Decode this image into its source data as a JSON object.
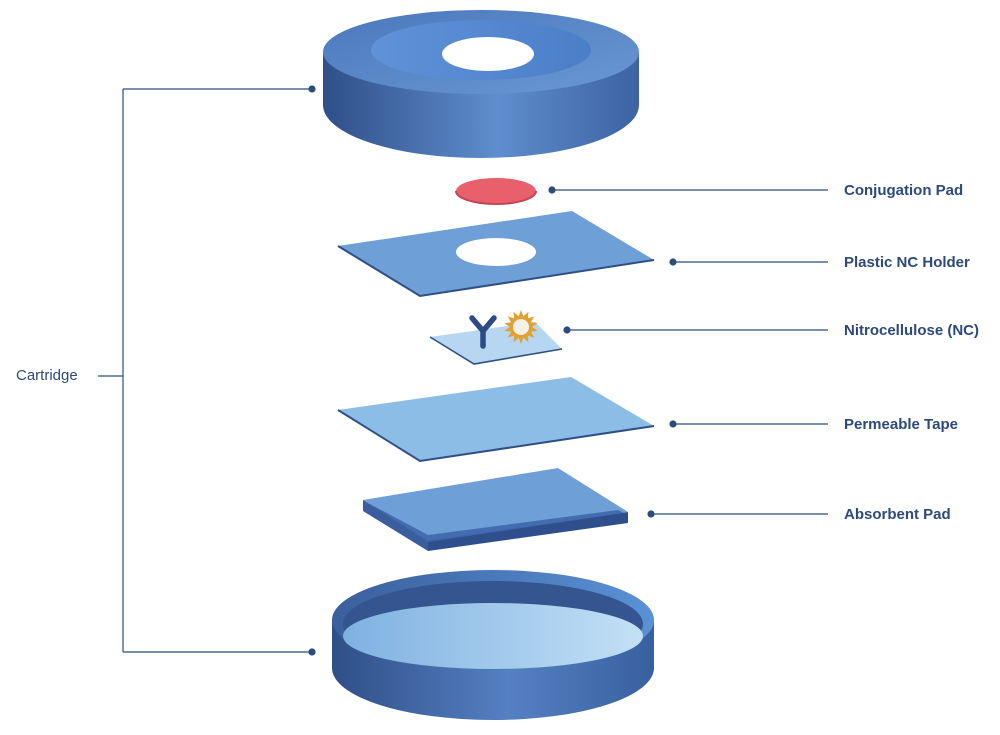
{
  "diagram": {
    "colors": {
      "line": "#2b4d7e",
      "cap_dark": "#34558f",
      "cap_mid": "#4f7dc0",
      "cap_light": "#6c9ad6",
      "conjugation_pad": "#e8606c",
      "plate": "#6e9fd6",
      "plate_edge": "#2f4f86",
      "tape": "#8bbde6",
      "nc": "#b7d6f1",
      "antibody": "#2c4b85",
      "antigen": "#e1a232"
    },
    "group_label": "Cartridge",
    "components": [
      {
        "id": "conjugation-pad",
        "label": "Conjugation Pad"
      },
      {
        "id": "plastic-nc-holder",
        "label": "Plastic NC Holder"
      },
      {
        "id": "nitrocellulose",
        "label": "Nitrocellulose (NC)"
      },
      {
        "id": "permeable-tape",
        "label": "Permeable Tape"
      },
      {
        "id": "absorbent-pad",
        "label": "Absorbent Pad"
      }
    ]
  }
}
